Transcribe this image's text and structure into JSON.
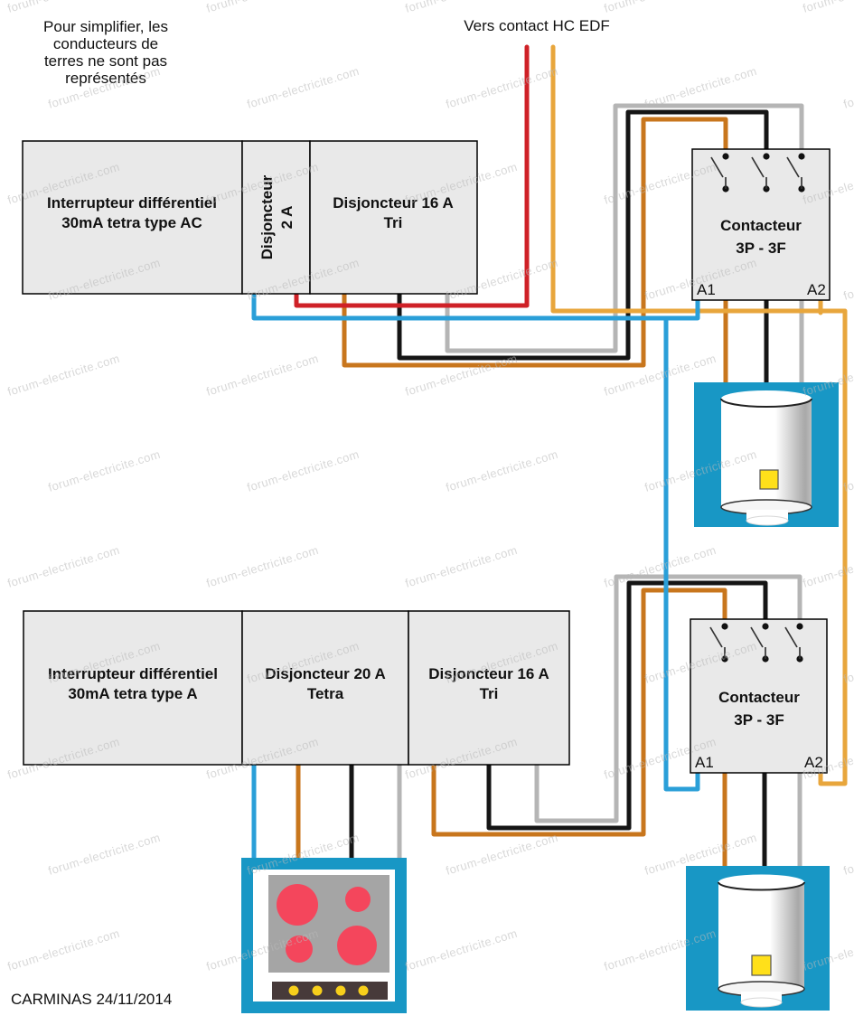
{
  "note": {
    "l1": "Pour simplifier, les",
    "l2": "conducteurs de",
    "l3": "terres ne sont pas",
    "l4": "représentés"
  },
  "hc_label": "Vers contact HC EDF",
  "signature": "CARMINAS 24/11/2014",
  "watermark": "forum-electricite.com",
  "colors": {
    "wire-blue": "#2a9fd8",
    "wire-red": "#cf2127",
    "wire-yellow": "#e8a63c",
    "wire-orange": "#c8761d",
    "wire-gray": "#b5b5b5",
    "wire-black": "#151515",
    "box-fill": "#e9e9e9",
    "box-border": "#000000",
    "appliance-blue": "#1897c5",
    "hob-ring": "#f4465c",
    "hob-panel": "#a5a5a5",
    "hob-strip": "#473a3a",
    "knob-yellow": "#f7cf1b",
    "heater-thermostat": "#ffe01a",
    "watermark-gray": "#b9b9b9"
  },
  "row1": {
    "rcd": {
      "l1": "Interrupteur différentiel",
      "l2": "30mA tetra type AC"
    },
    "breaker_2a": {
      "l1": "Disjoncteur",
      "l2": "2 A"
    },
    "breaker_16a": {
      "l1": "Disjoncteur 16 A",
      "l2": "Tri"
    }
  },
  "row2": {
    "rcd": {
      "l1": "Interrupteur différentiel",
      "l2": "30mA tetra type A"
    },
    "breaker_20a": {
      "l1": "Disjoncteur  20 A",
      "l2": "Tetra"
    },
    "breaker_16a": {
      "l1": "Disjoncteur  16 A",
      "l2": "Tri"
    }
  },
  "contactor1": {
    "l1": "Contacteur",
    "l2": "3P - 3F",
    "a1": "A1",
    "a2": "A2"
  },
  "contactor2": {
    "l1": "Contacteur",
    "l2": "3P - 3F",
    "a1": "A1",
    "a2": "A2"
  }
}
